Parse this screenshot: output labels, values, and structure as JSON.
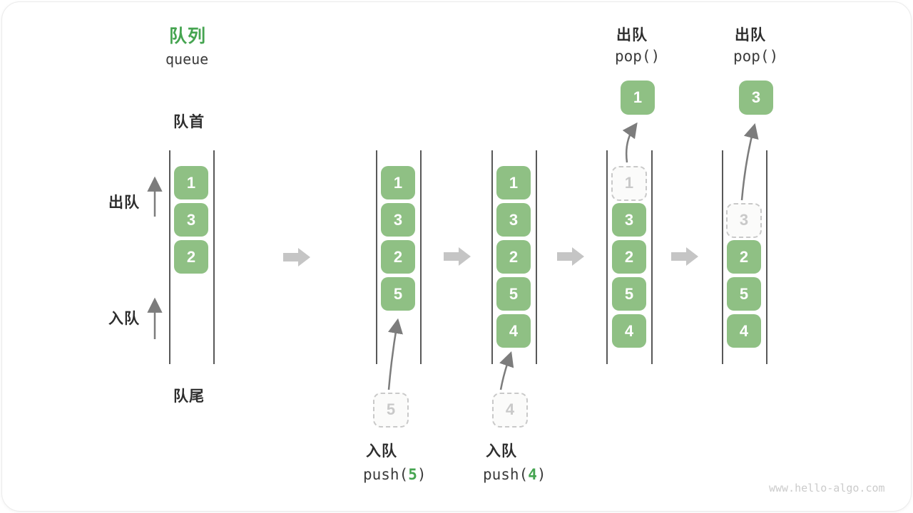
{
  "title": {
    "zh": "队列",
    "en": "queue"
  },
  "side_labels": {
    "front": "队首",
    "rear": "队尾",
    "dequeue": "出队",
    "enqueue": "入队"
  },
  "queues": {
    "q1": {
      "boxes": [
        "1",
        "3",
        "2"
      ]
    },
    "q2": {
      "boxes": [
        "1",
        "3",
        "2",
        "5"
      ],
      "ghost": "5",
      "op_label": "入队",
      "fn_pre": "push(",
      "fn_arg": "5",
      "fn_post": ")"
    },
    "q3": {
      "boxes": [
        "1",
        "3",
        "2",
        "5",
        "4"
      ],
      "ghost": "4",
      "op_label": "入队",
      "fn_pre": "push(",
      "fn_arg": "4",
      "fn_post": ")"
    },
    "q4": {
      "ghost": "1",
      "boxes": [
        "3",
        "2",
        "5",
        "4"
      ],
      "popped": "1",
      "op_label": "出队",
      "fn": "pop()"
    },
    "q5": {
      "ghost": "3",
      "boxes": [
        "2",
        "5",
        "4"
      ],
      "popped": "3",
      "op_label": "出队",
      "fn": "pop()"
    }
  },
  "colors": {
    "item_green": "#8FC084",
    "accent_green": "#45A450",
    "block_arrow_gray": "#C5C5C5",
    "thin_arrow_gray": "#7C7C7C",
    "pipe_line": "#585858",
    "ghost_gray": "#C9C9C9",
    "text_dark": "#2E2E2E",
    "watermark_gray": "#CBCBCB"
  },
  "watermark": "www.hello-algo.com"
}
